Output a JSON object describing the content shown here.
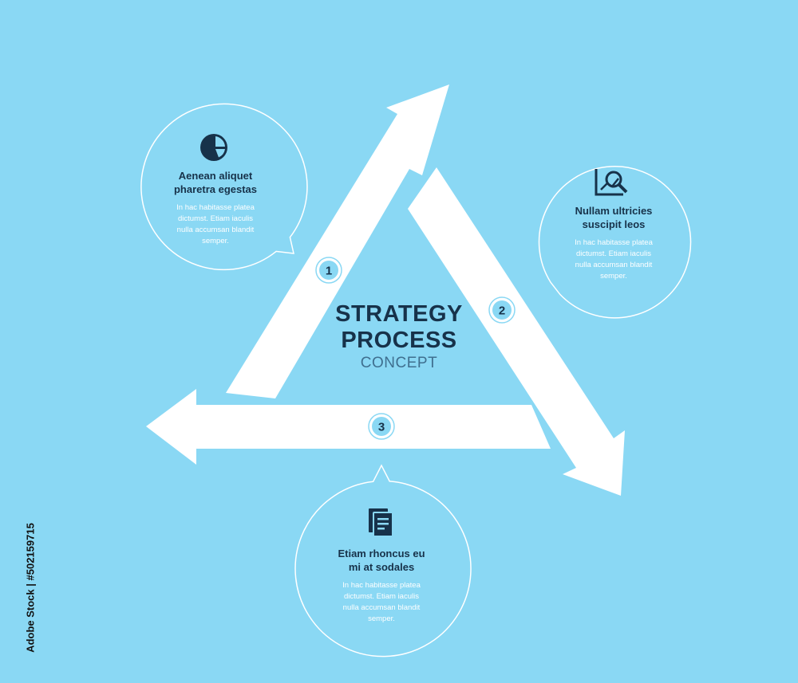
{
  "center": {
    "line1": "STRATEGY",
    "line2": "PROCESS",
    "line3": "CONCEPT"
  },
  "steps": [
    {
      "number": "1",
      "icon": "pie-chart-icon",
      "title": "Aenean aliquet\npharetra egestas",
      "body": "In hac habitasse platea\ndictumst. Etiam iaculis\nnulla accumsan blandit\nsemper."
    },
    {
      "number": "2",
      "icon": "magnifier-chart-icon",
      "title": "Nullam ultricies\nsuscipit leos",
      "body": "In hac habitasse platea\ndictumst. Etiam iaculis\nnulla accumsan blandit\nsemper."
    },
    {
      "number": "3",
      "icon": "documents-icon",
      "title": "Etiam rhoncus eu\nmi at sodales",
      "body": "In hac habitasse platea\ndictumst. Etiam iaculis\nnulla accumsan blandit\nsemper."
    }
  ],
  "side_text": "Adobe Stock | #502159715",
  "colors": {
    "background": "#8ad8f4",
    "arrow": "#ffffff",
    "text_dark": "#17324a",
    "badge_fill": "#8ad8f4"
  }
}
